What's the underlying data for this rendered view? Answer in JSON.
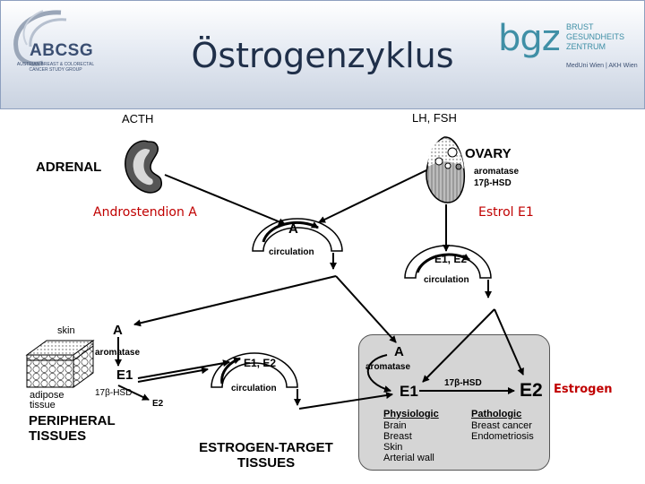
{
  "header": {
    "title": "Östrogenzyklus",
    "logo_left": {
      "name": "ABCSG",
      "subtitle": "AUSTRIAN BREAST & COLORECTAL CANCER STUDY GROUP"
    },
    "logo_right": {
      "name": "bgz",
      "line1": "BRUST",
      "line2": "GESUNDHEITS",
      "line3": "ZENTRUM",
      "subtitle": "MedUni Wien | AKH Wien"
    }
  },
  "diagram": {
    "acth": "ACTH",
    "lh_fsh": "LH, FSH",
    "adrenal": "ADRENAL",
    "ovary": "OVARY",
    "ovary_aromatase": "aromatase",
    "ovary_hsd": "17β-HSD",
    "androstendion": "Androstendion A",
    "estrol": "Estrol E1",
    "circ1_A": "A",
    "circ1_label": "circulation",
    "circ2_E": "E1, E2",
    "circ2_label": "circulation",
    "periph_skin": "skin",
    "periph_A": "A",
    "periph_aromatase": "aromatase",
    "periph_E1": "E1",
    "periph_hsd": "17β-HSD",
    "periph_E2": "E2",
    "periph_adipose": "adipose tissue",
    "periph_title": "PERIPHERAL TISSUES",
    "circ3_E": "E1, E2",
    "circ3_label": "circulation",
    "target_title": "ESTROGEN-TARGET TISSUES",
    "target_A": "A",
    "target_aromatase": "aromatase",
    "target_E1": "E1",
    "target_hsd": "17β-HSD",
    "target_E2": "E2",
    "estrogen": "Estrogen",
    "physiologic_title": "Physiologic",
    "physiologic": [
      "Brain",
      "Breast",
      "Skin",
      "Arterial wall"
    ],
    "pathologic_title": "Pathologic",
    "pathologic": [
      "Breast cancer",
      "Endometriosis"
    ]
  }
}
